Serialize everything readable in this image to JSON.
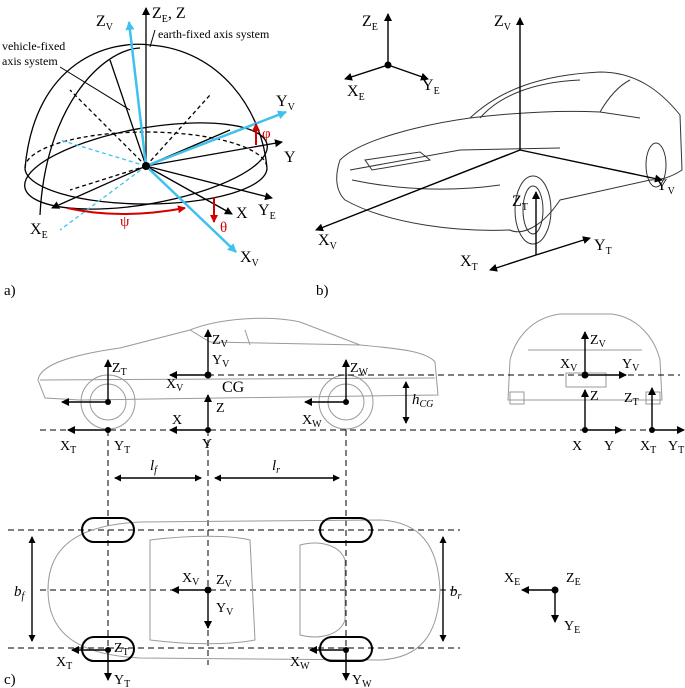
{
  "panels": {
    "a": "a)",
    "b": "b)",
    "c": "c)"
  },
  "panel_a": {
    "vehicle_fixed_line1": "vehicle-fixed",
    "vehicle_fixed_line2": "axis system",
    "earth_fixed": "earth-fixed axis system",
    "ZE_Z": "Z",
    "ZE_sub": "E",
    "comma_Z": ", Z",
    "ZV": "Z",
    "ZV_sub": "V",
    "YV": "Y",
    "YV_sub": "V",
    "Y": "Y",
    "YE": "Y",
    "YE_sub": "E",
    "X": "X",
    "XE": "X",
    "XE_sub": "E",
    "XV": "X",
    "XV_sub": "V",
    "phi": "φ",
    "psi": "ψ",
    "theta": "θ"
  },
  "panel_b": {
    "ZE": "Z",
    "ZE_sub": "E",
    "YE": "Y",
    "YE_sub": "E",
    "XE": "X",
    "XE_sub": "E",
    "ZV": "Z",
    "ZV_sub": "V",
    "YV": "Y",
    "YV_sub": "V",
    "XV": "X",
    "XV_sub": "V",
    "ZT": "Z",
    "ZT_sub": "T",
    "YT": "Y",
    "YT_sub": "T",
    "XT": "X",
    "XT_sub": "T"
  },
  "panel_c": {
    "ZV": "Z",
    "ZV_sub": "V",
    "YV": "Y",
    "YV_sub": "V",
    "XV": "X",
    "XV_sub": "V",
    "CG": "CG",
    "Z": "Z",
    "X": "X",
    "Y": "Y",
    "ZW": "Z",
    "ZW_sub": "W",
    "XW": "X",
    "XW_sub": "W",
    "ZT": "Z",
    "ZT_sub": "T",
    "XT": "X",
    "XT_sub": "T",
    "YT": "Y",
    "YT_sub": "T",
    "hCG": "h",
    "hCG_sub": "CG",
    "lf": "l",
    "lf_sub": "f",
    "lr": "l",
    "lr_sub": "r",
    "bf": "b",
    "bf_sub": "f",
    "br": "b",
    "br_sub": "r",
    "YW": "Y",
    "YW_sub": "W",
    "XE": "X",
    "XE_sub": "E",
    "ZE": "Z",
    "ZE_sub": "E",
    "YE": "Y",
    "YE_sub": "E"
  },
  "colors": {
    "vehicle_axis": "#3ec1ec",
    "angle": "#d40000",
    "car_line": "#9a9a9a"
  }
}
